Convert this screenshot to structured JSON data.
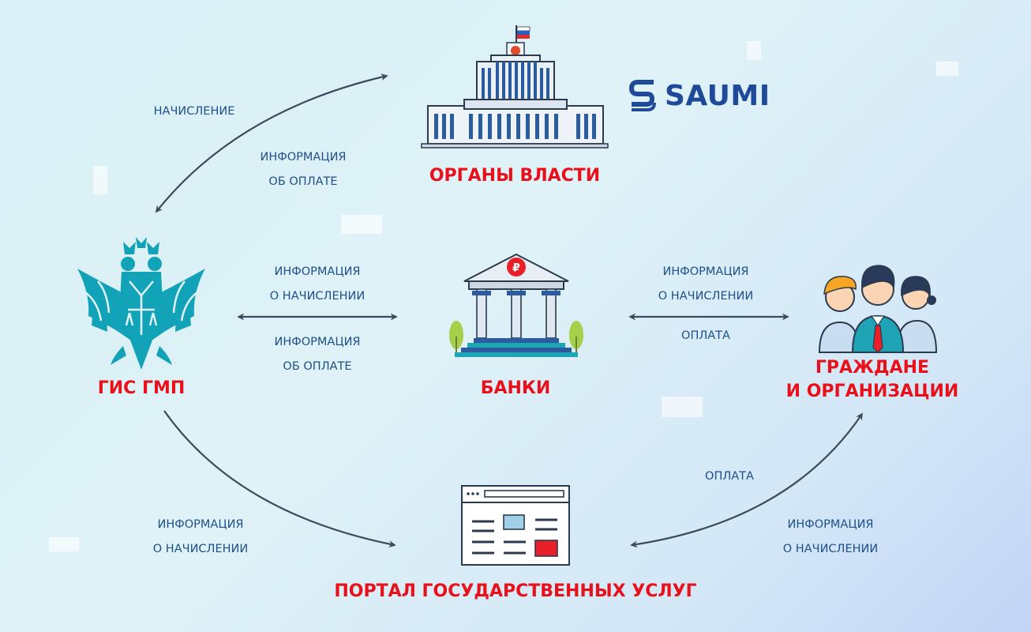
{
  "logo": {
    "text": "SAUMI",
    "color": "#1e4a99"
  },
  "nodes": {
    "authorities": {
      "title": "ОРГАНЫ ВЛАСТИ"
    },
    "gis": {
      "title": "ГИС ГМП"
    },
    "banks": {
      "title": "БАНКИ"
    },
    "citizens": {
      "title_line1": "ГРАЖДАНЕ",
      "title_line2": "И ОРГАНИЗАЦИИ"
    },
    "portal": {
      "title": "ПОРТАЛ ГОСУДАРСТВЕННЫХ УСЛУГ"
    }
  },
  "edges": {
    "authorities_gis": {
      "label_top": "НАЧИСЛЕНИЕ",
      "label_bottom_1": "ИНФОРМАЦИЯ",
      "label_bottom_2": "ОБ ОПЛАТЕ"
    },
    "gis_banks": {
      "label_top_1": "ИНФОРМАЦИЯ",
      "label_top_2": "О НАЧИСЛЕНИИ",
      "label_bottom_1": "ИНФОРМАЦИЯ",
      "label_bottom_2": "ОБ ОПЛАТЕ"
    },
    "banks_citizens": {
      "label_top_1": "ИНФОРМАЦИЯ",
      "label_top_2": "О НАЧИСЛЕНИИ",
      "label_bottom": "ОПЛАТА"
    },
    "gis_portal": {
      "label_1": "ИНФОРМАЦИЯ",
      "label_2": "О НАЧИСЛЕНИИ"
    },
    "citizens_portal": {
      "label_top": "ОПЛАТА",
      "label_bottom_1": "ИНФОРМАЦИЯ",
      "label_bottom_2": "О НАЧИСЛЕНИИ"
    }
  },
  "colors": {
    "title_red": "#e8101a",
    "label_blue": "#1d4f8a",
    "arrow": "#3d4a5c",
    "emblem": "#13a3b8",
    "building_blue": "#2a5c9e"
  }
}
